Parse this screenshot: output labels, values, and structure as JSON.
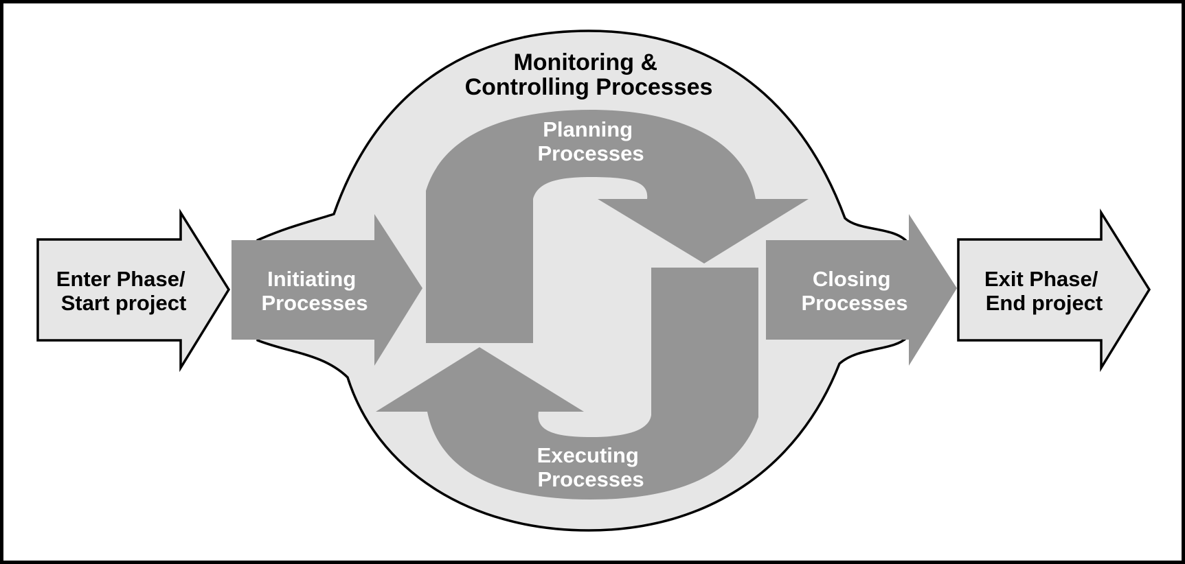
{
  "diagram": {
    "monitoring": {
      "line1": "Monitoring &",
      "line2": "Controlling Processes"
    },
    "enter": {
      "line1": "Enter Phase/",
      "line2": "Start project"
    },
    "initiating": {
      "line1": "Initiating",
      "line2": "Processes"
    },
    "planning": {
      "line1": "Planning",
      "line2": "Processes"
    },
    "executing": {
      "line1": "Executing",
      "line2": "Processes"
    },
    "closing": {
      "line1": "Closing",
      "line2": "Processes"
    },
    "exit": {
      "line1": "Exit Phase/",
      "line2": "End project"
    }
  },
  "colors": {
    "process_arrow": "#959595",
    "phase_arrow": "#e6e6e6",
    "monitoring_shape": "#e6e6e6",
    "outline": "#000000"
  }
}
